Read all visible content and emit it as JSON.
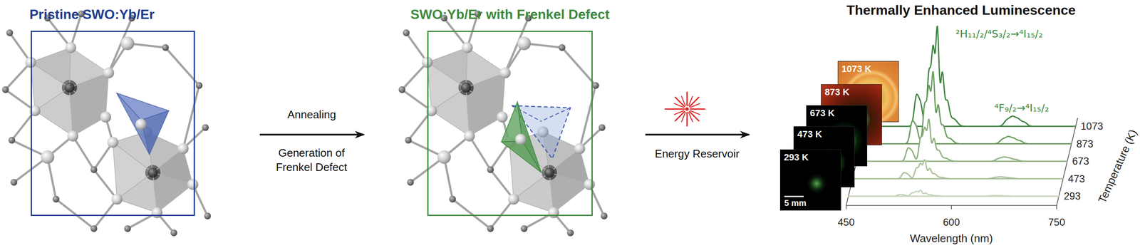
{
  "diagram": {
    "nodes": [
      {
        "text": [
          "Pristine SWO:Yb/Er"
        ]
      },
      {
        "text": [
          "SWO:Yb/Er with Frenkel Defect"
        ]
      },
      {
        "text": [
          "Thermally Enhanced Luminescence"
        ]
      },
      {
        "text": [
          "1073 K"
        ],
        "in": 2
      },
      {
        "text": [
          "873 K"
        ],
        "in": 2
      },
      {
        "text": [
          "673 K"
        ],
        "in": 2
      },
      {
        "text": [
          "473 K"
        ],
        "in": 2
      },
      {
        "text": [
          "293 K",
          "5 mm"
        ],
        "in": 2
      }
    ],
    "edges": [
      {
        "from": 0,
        "to": 1,
        "arrow": "to",
        "label": "Annealing"
      },
      {
        "from": 1,
        "to": 2,
        "arrow": "to",
        "label": "Energy Reservoir"
      }
    ],
    "labels": [
      "Generation of Frenkel Defect",
      "²H₁₁/₂/⁴S₃/₂→⁴I₁₅/₂",
      "⁴F₉/₂→⁴I₁₅/₂",
      "1073",
      "873",
      "673",
      "473",
      "293",
      "Temperature (K)",
      "450",
      "600",
      "750",
      "Wavelength (nm)"
    ]
  }
}
